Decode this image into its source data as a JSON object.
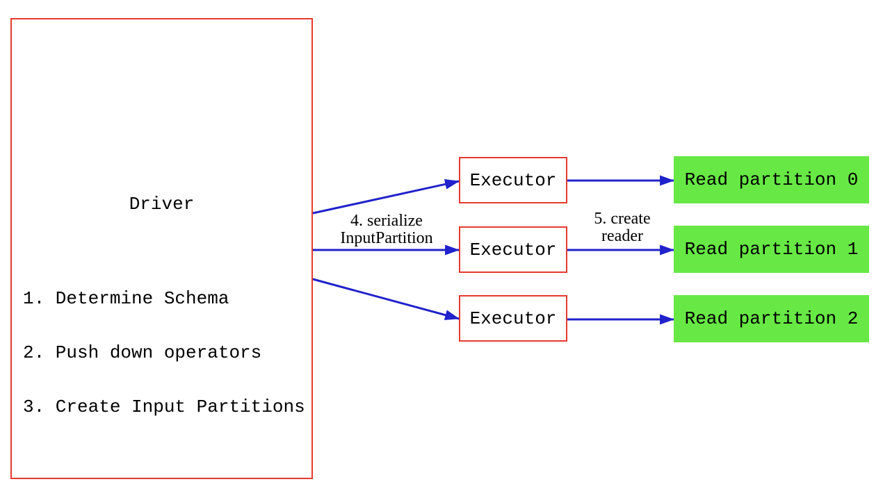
{
  "colors": {
    "red_border": "#e43a2e",
    "arrow_blue": "#2022cb",
    "partition_green": "#67e845",
    "text_black": "#000000",
    "background": "#ffffff"
  },
  "driver": {
    "title": "Driver",
    "steps": [
      "1. Determine Schema",
      "2. Push down operators",
      "3. Create Input Partitions"
    ]
  },
  "executors": [
    {
      "label": "Executor"
    },
    {
      "label": "Executor"
    },
    {
      "label": "Executor"
    }
  ],
  "partitions": [
    {
      "label": "Read partition 0"
    },
    {
      "label": "Read partition 1"
    },
    {
      "label": "Read partition 2"
    }
  ],
  "edge_labels": {
    "serialize_line1": "4. serialize",
    "serialize_line2": "InputPartition",
    "create_reader_line1": "5. create",
    "create_reader_line2": "reader"
  }
}
